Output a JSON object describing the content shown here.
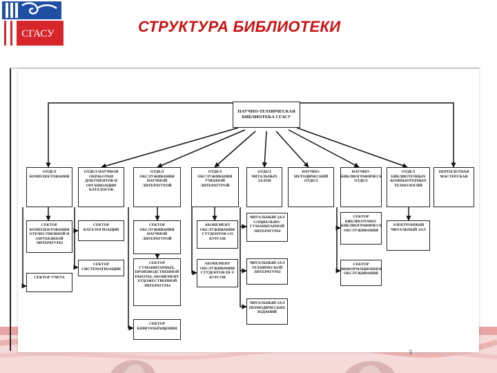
{
  "header": {
    "logo_text": "СГАСУ",
    "title": "СТРУКТУРА БИБЛИОТЕКИ"
  },
  "colors": {
    "title": "#cc1111",
    "logo_blue": "#1f4fa3",
    "logo_red": "#d6262b",
    "band_red": "#e8a3a3"
  },
  "diagram": {
    "root": "Научно-техническая библиотека СГАСУ",
    "departments": [
      "Отдел комплектования",
      "Отдел научной обработки документов и организации каталогов",
      "Отдел обслуживания научной литературой",
      "Отдел обслуживания учебной литературой",
      "Отдел читальных залов",
      "Научно-методический отдел",
      "Научно-библиографический отдел",
      "Отдел библиотечных компьютерных технологий",
      "Переплетная мастерская"
    ],
    "sectors": {
      "komplekt_1": "Сектор комплектования отечественной и зарубежной литературы",
      "komplekt_2": "Сектор учета",
      "obrabotka_1": "Сектор каталогизации",
      "obrabotka_2": "Сектор систематизации",
      "nauch_1": "Сектор обслуживания научной литературой",
      "nauch_2": "Сектор гуманитарных, производственной работы, абонемент художественной литературы",
      "nauch_3": "Сектор книгообращения",
      "ucheb_1": "Абонемент обслуживания студентов I-II курсов",
      "ucheb_2": "Абонемент обслуживания студентов III-V курсов",
      "zal_1": "Читальный зал социально-гуманитарной литературы",
      "zal_2": "Читальный зал технической литературы",
      "zal_3": "Читальный зал периодических изданий",
      "biblio_1": "Сектор библиотечно-библиографического обслуживания",
      "biblio_2": "Сектор информационного обслуживания",
      "comp_1": "Электронный читальный зал"
    }
  },
  "footer": {
    "page_number": "3"
  }
}
